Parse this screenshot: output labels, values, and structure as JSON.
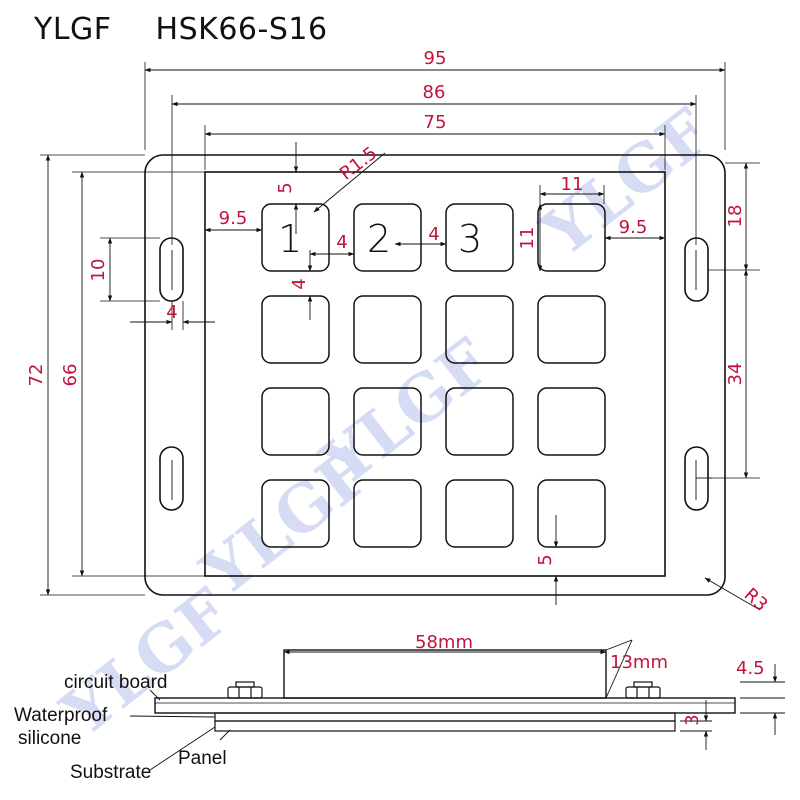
{
  "title": {
    "brand": "YLGF",
    "model": "HSK66-S16"
  },
  "watermark": "YLGF",
  "keys": [
    "1",
    "2",
    "3"
  ],
  "dimensions": {
    "width_outer": "95",
    "width_holes": "86",
    "width_panel": "75",
    "height_outer": "72",
    "height_panel": "66",
    "slot_length": "10",
    "slot_edge": "4",
    "radius_key": "R1.5",
    "gap_top": "5",
    "gap_left": "9.5",
    "gap_right": "9.5",
    "gap_between_h1": "4",
    "gap_between_h2": "4",
    "gap_between_v": "4",
    "key_width": "11",
    "key_height": "11",
    "slot_top_offset": "18",
    "slot_spacing": "34",
    "gap_bottom": "5",
    "radius_corner": "R3",
    "base_length": "58mm",
    "total_height": "13mm",
    "thickness_side": "4.5",
    "thickness_panel": "3"
  },
  "layers": {
    "circuit_board": "circuit board",
    "waterproof": "Waterproof",
    "silicone": "silicone",
    "panel": "Panel",
    "substrate": "Substrate"
  },
  "colors": {
    "dimension": "#c0143c",
    "outline": "#111111",
    "watermark": "#d6dcf4"
  }
}
